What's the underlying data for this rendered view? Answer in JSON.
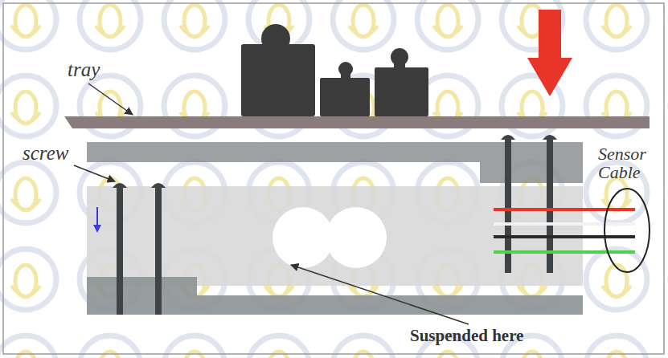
{
  "diagram": {
    "labels": [
      "tray",
      "screw",
      "Sensor Cable",
      "Suspended here"
    ]
  }
}
